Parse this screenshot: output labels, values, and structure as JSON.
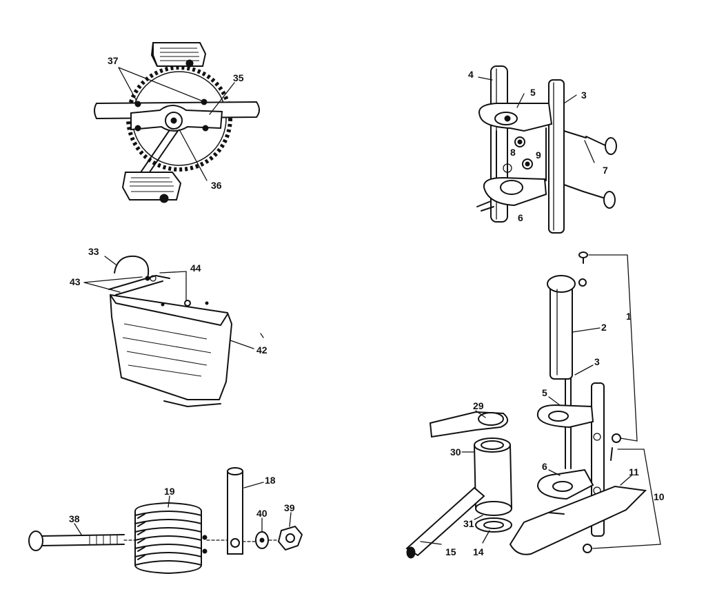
{
  "labels": {
    "p37": "37",
    "p35": "35",
    "p36": "36",
    "p4": "4",
    "p5a": "5",
    "p3a": "3",
    "p8": "8",
    "p9": "9",
    "p7": "7",
    "p6a": "6",
    "p33": "33",
    "p43": "43",
    "p44": "44",
    "p42": "42",
    "p1": "1",
    "p2": "2",
    "p3b": "3",
    "p5b": "5",
    "p29": "29",
    "p30": "30",
    "p6b": "6",
    "p11": "11",
    "p10": "10",
    "p31": "31",
    "p14": "14",
    "p15": "15",
    "p19": "19",
    "p18": "18",
    "p38": "38",
    "p40": "40",
    "p39": "39"
  }
}
